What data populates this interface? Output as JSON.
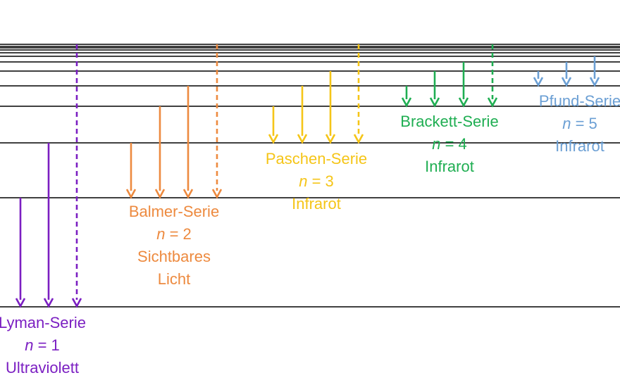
{
  "levels": [
    "n=1",
    "n=2",
    "n=3",
    "n=4",
    "n=5",
    "n=6",
    "n=7",
    "n=8",
    "n=9",
    "n=10",
    "n=11",
    "n=12",
    "n=∞"
  ],
  "series": [
    {
      "key": "lyman",
      "name": "Lyman-Serie",
      "n_symbol": "n",
      "n_value": "= 1",
      "lines": [
        "Ultraviolett"
      ],
      "color": "#7b1fc2",
      "lower_level": 1,
      "transitions_from": [
        2,
        3,
        "∞"
      ]
    },
    {
      "key": "balmer",
      "name": "Balmer-Serie",
      "n_symbol": "n",
      "n_value": "= 2",
      "lines": [
        "Sichtbares",
        "Licht"
      ],
      "color": "#ed8a3f",
      "lower_level": 2,
      "transitions_from": [
        3,
        4,
        5,
        "∞"
      ]
    },
    {
      "key": "paschen",
      "name": "Paschen-Serie",
      "n_symbol": "n",
      "n_value": "= 3",
      "lines": [
        "Infrarot"
      ],
      "color": "#f5c518",
      "lower_level": 3,
      "transitions_from": [
        4,
        5,
        6,
        "∞"
      ]
    },
    {
      "key": "brackett",
      "name": "Brackett-Serie",
      "n_symbol": "n",
      "n_value": "= 4",
      "lines": [
        "Infrarot"
      ],
      "color": "#1fae52",
      "lower_level": 4,
      "transitions_from": [
        5,
        6,
        7,
        "∞"
      ]
    },
    {
      "key": "pfund",
      "name": "Pfund-Serie",
      "n_symbol": "n",
      "n_value": "= 5",
      "lines": [
        "Infrarot"
      ],
      "color": "#6b9fd4",
      "lower_level": 5,
      "transitions_from": [
        6,
        7,
        8
      ]
    }
  ]
}
